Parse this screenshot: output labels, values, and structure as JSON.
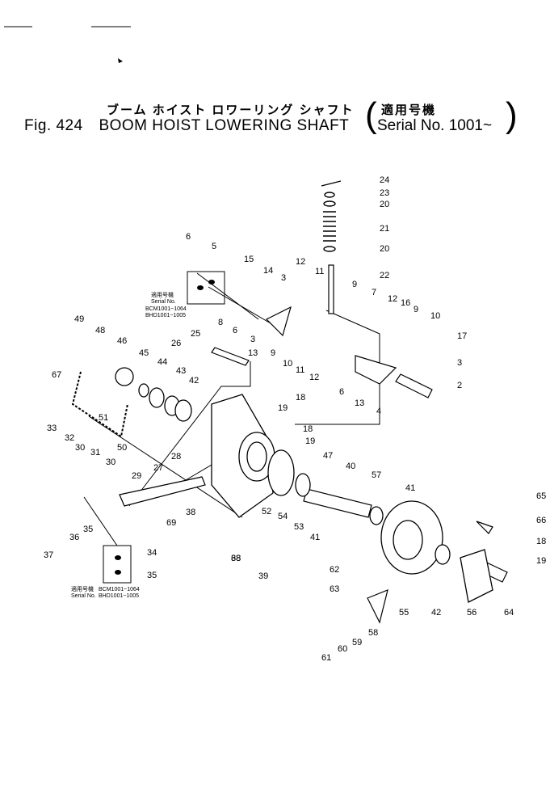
{
  "title": {
    "japanese": "ブーム ホイスト ロワーリング シャフト",
    "fig_label": "Fig. 424",
    "english": "BOOM HOIST LOWERING SHAFT",
    "applicability_japanese": "適用号機",
    "serial": "Serial No. 1001~"
  },
  "notes": [
    {
      "header": "適用号機",
      "label": "Serial No.",
      "line1": "BCM1001~1064",
      "line2": "BHD1001~1005"
    },
    {
      "header": "適用号機",
      "label": "Serial No.",
      "line1": "BCM1001~1064",
      "line2": "BHD1001~1005"
    }
  ],
  "callouts": [
    "2",
    "3",
    "3",
    "3",
    "4",
    "5",
    "6",
    "6",
    "6",
    "7",
    "8",
    "9",
    "9",
    "9",
    "10",
    "10",
    "11",
    "11",
    "12",
    "12",
    "12",
    "13",
    "13",
    "14",
    "15",
    "16",
    "17",
    "18",
    "18",
    "18",
    "19",
    "19",
    "19",
    "20",
    "20",
    "21",
    "22",
    "23",
    "24",
    "25",
    "26",
    "27",
    "28",
    "29",
    "30",
    "30",
    "31",
    "32",
    "33",
    "34",
    "35",
    "35",
    "36",
    "37",
    "38",
    "38",
    "39",
    "40",
    "41",
    "41",
    "42",
    "42",
    "43",
    "44",
    "45",
    "46",
    "47",
    "48",
    "49",
    "50",
    "51",
    "52",
    "53",
    "54",
    "55",
    "56",
    "57",
    "58",
    "59",
    "60",
    "61",
    "62",
    "63",
    "64",
    "65",
    "66",
    "67",
    "68",
    "69"
  ]
}
